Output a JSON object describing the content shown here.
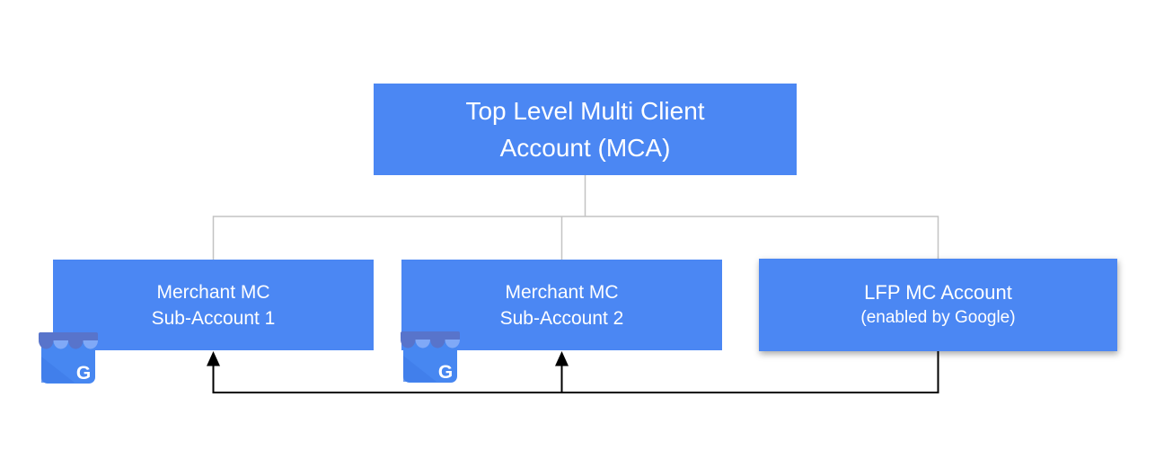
{
  "page": {
    "background": "#ffffff"
  },
  "colors": {
    "page_bg": "#ffffff",
    "box_blue": "#4b87f3",
    "text_white": "#ffffff",
    "connector_gray": "#c3c3c3",
    "arrow_black": "#000000",
    "gmb_awning_dark": "#5874cb",
    "gmb_awning_light": "#80a9f7",
    "gmb_body": "#4787f1",
    "gmb_fold": "#3f7ce8"
  },
  "nodes": {
    "mca": {
      "line1": "Top Level Multi Client",
      "line2": "Account (MCA)"
    },
    "sub1": {
      "line1": "Merchant MC",
      "line2": "Sub-Account 1"
    },
    "sub2": {
      "line1": "Merchant MC",
      "line2": "Sub-Account 2"
    },
    "lfp": {
      "line1": "LFP MC Account",
      "line2": "(enabled by Google)"
    }
  },
  "edges": {
    "tree": [
      [
        "mca",
        "sub1"
      ],
      [
        "mca",
        "sub2"
      ],
      [
        "mca",
        "lfp"
      ]
    ],
    "arrows": [
      [
        "lfp",
        "sub1"
      ],
      [
        "lfp",
        "sub2"
      ]
    ]
  },
  "icons": {
    "gmb_letter": "G"
  }
}
